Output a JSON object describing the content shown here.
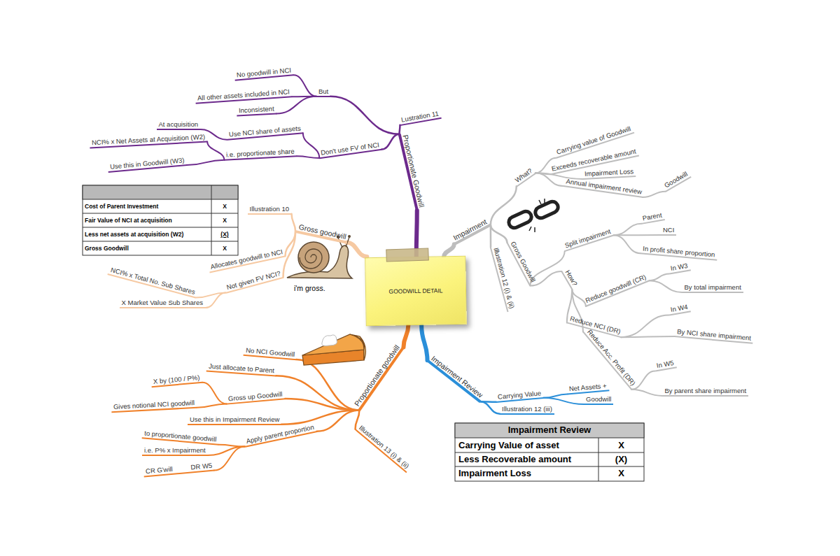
{
  "diagram": {
    "nodes": [
      {
        "text": [
          "GOODWILL DETAIL"
        ]
      },
      {
        "text": [
          "Proportionate Goodwill"
        ]
      },
      {
        "text": [
          "Lustration 11"
        ]
      },
      {
        "text": [
          "But"
        ]
      },
      {
        "text": [
          "No goodwill in NCI"
        ]
      },
      {
        "text": [
          "All other assets included in NCI"
        ]
      },
      {
        "text": [
          "Inconsistent"
        ]
      },
      {
        "text": [
          "Don't use FV of NCI"
        ]
      },
      {
        "text": [
          "Use NCI share of assets"
        ]
      },
      {
        "text": [
          "At acquisition"
        ]
      },
      {
        "text": [
          "i.e. proportionate share"
        ]
      },
      {
        "text": [
          "NCI% x Net Assets at Acquisition (W2)"
        ]
      },
      {
        "text": [
          "Use this in Goodwill (W3)"
        ]
      },
      {
        "text": [
          "Gross goodwill"
        ]
      },
      {
        "text": [
          "Illustration 10"
        ]
      },
      {
        "text": [
          "Allocates goodwill to NCI"
        ]
      },
      {
        "text": [
          "Not given FV NCI?"
        ]
      },
      {
        "text": [
          "NCI% x Total No. Sub Shares"
        ]
      },
      {
        "text": [
          "X Market Value Sub Shares"
        ]
      },
      {
        "text": [
          "Proportionate goodwill"
        ]
      },
      {
        "text": [
          "No NCI Goodwill"
        ]
      },
      {
        "text": [
          "Just allocate to Parent"
        ]
      },
      {
        "text": [
          "Gross up Goodwill"
        ]
      },
      {
        "text": [
          "X by (100 / P%)"
        ]
      },
      {
        "text": [
          "Gives notional NCI goodwill"
        ]
      },
      {
        "text": [
          "Use this in Impairment Review"
        ]
      },
      {
        "text": [
          "Apply parent proportion"
        ]
      },
      {
        "text": [
          "to proportionate goodwill"
        ]
      },
      {
        "text": [
          "i.e. P% x Impairment"
        ]
      },
      {
        "text": [
          "CR G'will",
          "DR W5"
        ]
      },
      {
        "text": [
          "Illustration 13 (i) & (ii)"
        ]
      },
      {
        "text": [
          "Impairment Review"
        ]
      },
      {
        "text": [
          "Carrying Value"
        ]
      },
      {
        "text": [
          "Net Assets +"
        ]
      },
      {
        "text": [
          "Goodwill"
        ]
      },
      {
        "text": [
          "Illustration 12 (iii)"
        ]
      },
      {
        "text": [
          "Impairment"
        ]
      },
      {
        "text": [
          "What?"
        ]
      },
      {
        "text": [
          "Carrying value of Goodwill"
        ]
      },
      {
        "text": [
          "Exceeds recoverable amount"
        ]
      },
      {
        "text": [
          "Impairment Loss"
        ]
      },
      {
        "text": [
          "Annual impairment review"
        ]
      },
      {
        "text": [
          "Goodwill"
        ]
      },
      {
        "text": [
          "Gross Goodwill"
        ]
      },
      {
        "text": [
          "Split impairment"
        ]
      },
      {
        "text": [
          "Parent"
        ]
      },
      {
        "text": [
          "NCI"
        ]
      },
      {
        "text": [
          "In profit share proportion"
        ]
      },
      {
        "text": [
          "How?"
        ]
      },
      {
        "text": [
          "Reduce goodwill (CR)"
        ]
      },
      {
        "text": [
          "In W3"
        ]
      },
      {
        "text": [
          "By total impairment"
        ]
      },
      {
        "text": [
          "Reduce NCI (DR)"
        ]
      },
      {
        "text": [
          "In W4"
        ]
      },
      {
        "text": [
          "By NCI share impairment"
        ]
      },
      {
        "text": [
          "Reduce Acc. Profit (DR)"
        ]
      },
      {
        "text": [
          "In W5"
        ]
      },
      {
        "text": [
          "By parent share impairment"
        ]
      },
      {
        "text": [
          "Illustration 12 (i) & (ii)"
        ]
      }
    ],
    "edges": [
      {
        "from": 0,
        "to": 1,
        "arrow": "none"
      },
      {
        "from": 1,
        "to": 2,
        "arrow": "none"
      },
      {
        "from": 1,
        "to": 3,
        "arrow": "none"
      },
      {
        "from": 3,
        "to": 4,
        "arrow": "none"
      },
      {
        "from": 3,
        "to": 5,
        "arrow": "none"
      },
      {
        "from": 3,
        "to": 6,
        "arrow": "none"
      },
      {
        "from": 1,
        "to": 7,
        "arrow": "none"
      },
      {
        "from": 7,
        "to": 8,
        "arrow": "none"
      },
      {
        "from": 8,
        "to": 9,
        "arrow": "none"
      },
      {
        "from": 7,
        "to": 10,
        "arrow": "none"
      },
      {
        "from": 10,
        "to": 11,
        "arrow": "none"
      },
      {
        "from": 10,
        "to": 12,
        "arrow": "none"
      },
      {
        "from": 0,
        "to": 13,
        "arrow": "none"
      },
      {
        "from": 13,
        "to": 14,
        "arrow": "none"
      },
      {
        "from": 13,
        "to": 15,
        "arrow": "none"
      },
      {
        "from": 13,
        "to": 16,
        "arrow": "none"
      },
      {
        "from": 16,
        "to": 17,
        "arrow": "none"
      },
      {
        "from": 16,
        "to": 18,
        "arrow": "none"
      },
      {
        "from": 0,
        "to": 19,
        "arrow": "none"
      },
      {
        "from": 19,
        "to": 20,
        "arrow": "none"
      },
      {
        "from": 19,
        "to": 21,
        "arrow": "none"
      },
      {
        "from": 19,
        "to": 22,
        "arrow": "none"
      },
      {
        "from": 22,
        "to": 23,
        "arrow": "none"
      },
      {
        "from": 22,
        "to": 24,
        "arrow": "none"
      },
      {
        "from": 19,
        "to": 25,
        "arrow": "none"
      },
      {
        "from": 19,
        "to": 26,
        "arrow": "none"
      },
      {
        "from": 26,
        "to": 27,
        "arrow": "none"
      },
      {
        "from": 26,
        "to": 28,
        "arrow": "none"
      },
      {
        "from": 26,
        "to": 29,
        "arrow": "none"
      },
      {
        "from": 19,
        "to": 30,
        "arrow": "none"
      },
      {
        "from": 0,
        "to": 31,
        "arrow": "none"
      },
      {
        "from": 31,
        "to": 32,
        "arrow": "none"
      },
      {
        "from": 32,
        "to": 33,
        "arrow": "none"
      },
      {
        "from": 32,
        "to": 34,
        "arrow": "none"
      },
      {
        "from": 31,
        "to": 35,
        "arrow": "none"
      },
      {
        "from": 0,
        "to": 36,
        "arrow": "none"
      },
      {
        "from": 36,
        "to": 37,
        "arrow": "none"
      },
      {
        "from": 37,
        "to": 38,
        "arrow": "none"
      },
      {
        "from": 37,
        "to": 39,
        "arrow": "none"
      },
      {
        "from": 37,
        "to": 40,
        "arrow": "none"
      },
      {
        "from": 37,
        "to": 41,
        "arrow": "none"
      },
      {
        "from": 41,
        "to": 42,
        "arrow": "none"
      },
      {
        "from": 36,
        "to": 43,
        "arrow": "none"
      },
      {
        "from": 43,
        "to": 44,
        "arrow": "none"
      },
      {
        "from": 44,
        "to": 45,
        "arrow": "none"
      },
      {
        "from": 44,
        "to": 46,
        "arrow": "none"
      },
      {
        "from": 44,
        "to": 47,
        "arrow": "none"
      },
      {
        "from": 43,
        "to": 48,
        "arrow": "none"
      },
      {
        "from": 48,
        "to": 49,
        "arrow": "none"
      },
      {
        "from": 49,
        "to": 50,
        "arrow": "none"
      },
      {
        "from": 49,
        "to": 51,
        "arrow": "none"
      },
      {
        "from": 48,
        "to": 52,
        "arrow": "none"
      },
      {
        "from": 52,
        "to": 53,
        "arrow": "none"
      },
      {
        "from": 52,
        "to": 54,
        "arrow": "none"
      },
      {
        "from": 48,
        "to": 55,
        "arrow": "none"
      },
      {
        "from": 55,
        "to": 56,
        "arrow": "none"
      },
      {
        "from": 55,
        "to": 57,
        "arrow": "none"
      },
      {
        "from": 36,
        "to": 58,
        "arrow": "none"
      }
    ],
    "labels": [
      "Cost of Parent Investment",
      "X",
      "Fair Value of NCI at acquisition",
      "X",
      "Less net assets at acquisition (W2)",
      "(X)",
      "Gross Goodwill",
      "X",
      "i'm gross.",
      "Impairment Review",
      "Carrying Value of asset",
      "X",
      "Less Recoverable amount",
      "(X)",
      "Impairment Loss",
      "X"
    ]
  }
}
